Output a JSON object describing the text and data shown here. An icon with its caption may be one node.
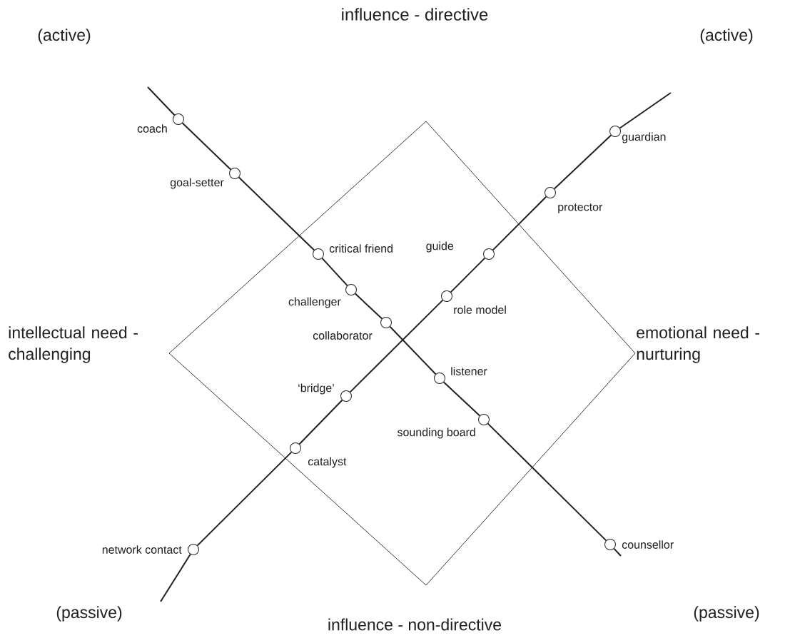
{
  "diagram": {
    "title": "influence - directive",
    "nodes": [
      {
        "text": [],
        "shape": "circle",
        "beside": [
          "coach"
        ]
      },
      {
        "text": [],
        "shape": "circle",
        "beside": [
          "goal-setter"
        ]
      },
      {
        "text": [],
        "shape": "circle",
        "beside": [
          "critical friend"
        ]
      },
      {
        "text": [],
        "shape": "circle",
        "beside": [
          "challenger"
        ]
      },
      {
        "text": [],
        "shape": "circle",
        "beside": [
          "collaborator"
        ]
      },
      {
        "text": [],
        "shape": "circle",
        "beside": [
          "listener"
        ]
      },
      {
        "text": [],
        "shape": "circle",
        "beside": [
          "sounding board"
        ]
      },
      {
        "text": [],
        "shape": "circle",
        "beside": [
          "counsellor"
        ]
      },
      {
        "text": [],
        "shape": "circle",
        "beside": [
          "guardian"
        ]
      },
      {
        "text": [],
        "shape": "circle",
        "beside": [
          "protector"
        ]
      },
      {
        "text": [],
        "shape": "circle",
        "beside": [
          "guide"
        ]
      },
      {
        "text": [],
        "shape": "circle",
        "beside": [
          "role model"
        ]
      },
      {
        "text": [],
        "shape": "circle",
        "beside": [
          "‘bridge’"
        ]
      },
      {
        "text": [],
        "shape": "circle",
        "beside": [
          "catalyst"
        ]
      },
      {
        "text": [],
        "shape": "circle",
        "beside": [
          "network contact"
        ]
      }
    ],
    "edges": [
      {
        "from": null,
        "to": 0,
        "arrow": "none"
      },
      {
        "from": 0,
        "to": 1,
        "arrow": "none"
      },
      {
        "from": 1,
        "to": 2,
        "arrow": "none"
      },
      {
        "from": 2,
        "to": 3,
        "arrow": "none"
      },
      {
        "from": 3,
        "to": 4,
        "arrow": "none"
      },
      {
        "from": 4,
        "to": 5,
        "arrow": "none"
      },
      {
        "from": 5,
        "to": 6,
        "arrow": "none"
      },
      {
        "from": 6,
        "to": 7,
        "arrow": "none"
      },
      {
        "from": 7,
        "to": null,
        "arrow": "none"
      },
      {
        "from": null,
        "to": 8,
        "arrow": "none"
      },
      {
        "from": 8,
        "to": 9,
        "arrow": "none"
      },
      {
        "from": 9,
        "to": 10,
        "arrow": "none"
      },
      {
        "from": 10,
        "to": 11,
        "arrow": "none"
      },
      {
        "from": 11,
        "to": 12,
        "arrow": "none"
      },
      {
        "from": 12,
        "to": 13,
        "arrow": "none"
      },
      {
        "from": 13,
        "to": 14,
        "arrow": "none"
      },
      {
        "from": 14,
        "to": null,
        "arrow": "none"
      }
    ],
    "labels": [
      "(active)",
      "(active)",
      "intellectual need - challenging",
      "emotional need - nurturing",
      "(passive)",
      "(passive)",
      "influence - non-directive"
    ]
  }
}
